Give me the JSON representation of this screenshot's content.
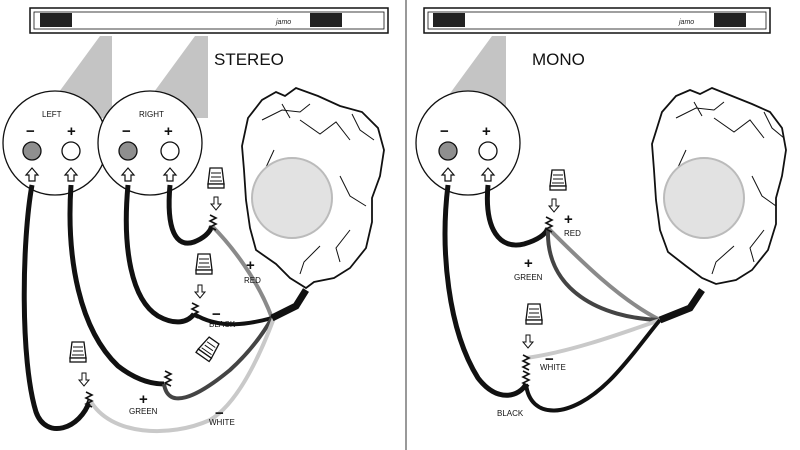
{
  "stereo": {
    "title": "STEREO",
    "amp_brand": "jamo",
    "left_circle": {
      "label": "LEFT",
      "minus": "−",
      "plus": "+"
    },
    "right_circle": {
      "label": "RIGHT",
      "minus": "−",
      "plus": "+"
    },
    "wires": {
      "red": {
        "sign": "+",
        "label": "RED"
      },
      "black": {
        "sign": "−",
        "label": "BLACK"
      },
      "green": {
        "sign": "+",
        "label": "GREEN"
      },
      "white": {
        "sign": "−",
        "label": "WHITE"
      }
    }
  },
  "mono": {
    "title": "MONO",
    "amp_brand": "jamo",
    "circle": {
      "minus": "−",
      "plus": "+"
    },
    "wires": {
      "red": {
        "sign": "+",
        "label": "RED"
      },
      "green": {
        "sign": "+",
        "label": "GREEN"
      },
      "white": {
        "sign": "−",
        "label": "WHITE"
      },
      "black": {
        "label": "BLACK"
      }
    }
  },
  "colors": {
    "wire_black": "#111111",
    "wire_red": "#8a8a8a",
    "wire_green": "#444444",
    "wire_white": "#c9c9c9",
    "terminal_negative": "#8f8f8f",
    "beam": "#c4c4c4"
  }
}
